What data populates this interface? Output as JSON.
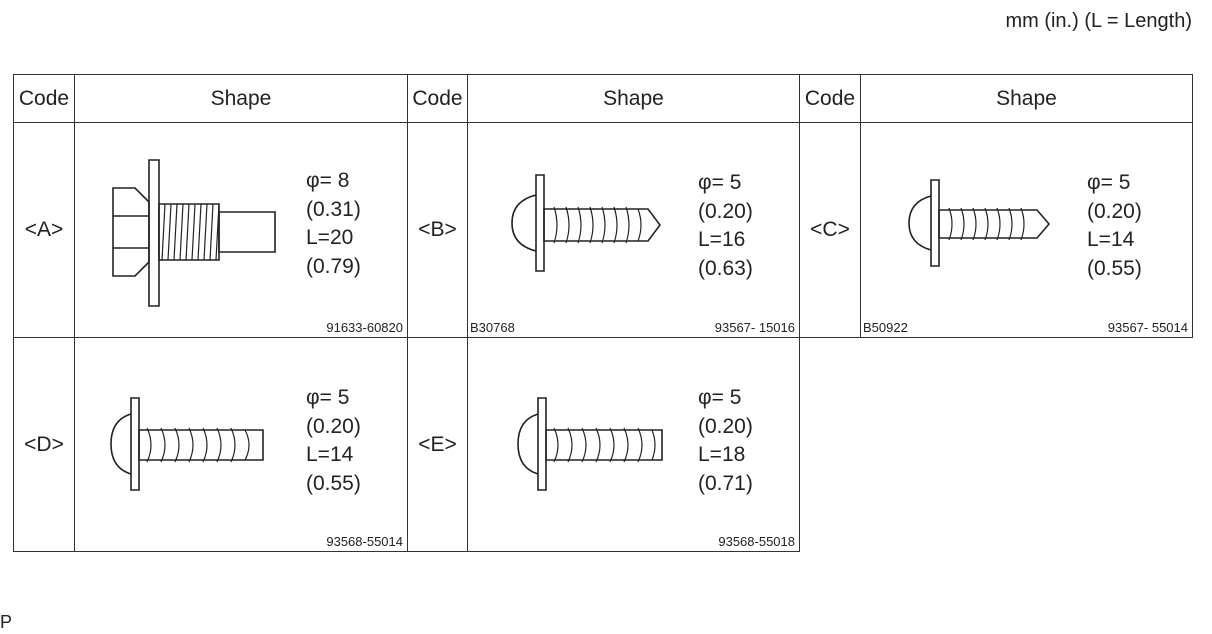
{
  "units_note": "mm (in.) (L = Length)",
  "header_code": "Code",
  "header_shape": "Shape",
  "bolts": [
    {
      "code": "<A>",
      "phi": "φ= 8",
      "phi_in": "(0.31)",
      "length": "L=20",
      "length_in": "(0.79)",
      "part_no": "91633-60820",
      "ref": "",
      "shape_icon": "hex-flange-bolt-icon"
    },
    {
      "code": "<B>",
      "phi": "φ= 5",
      "phi_in": "(0.20)",
      "length": "L=16",
      "length_in": "(0.63)",
      "part_no": "93567- 15016",
      "ref": "B30768",
      "shape_icon": "tapping-screw-icon"
    },
    {
      "code": "<C>",
      "phi": "φ= 5",
      "phi_in": "(0.20)",
      "length": "L=14",
      "length_in": "(0.55)",
      "part_no": "93567- 55014",
      "ref": "B50922",
      "shape_icon": "tapping-screw-icon"
    },
    {
      "code": "<D>",
      "phi": "φ= 5",
      "phi_in": "(0.20)",
      "length": "L=14",
      "length_in": "(0.55)",
      "part_no": "93568-55014",
      "ref": "",
      "shape_icon": "pan-head-screw-icon"
    },
    {
      "code": "<E>",
      "phi": "φ= 5",
      "phi_in": "(0.20)",
      "length": "L=18",
      "length_in": "(0.71)",
      "part_no": "93568-55018",
      "ref": "",
      "shape_icon": "pan-head-screw-icon"
    }
  ],
  "page_marker": "P"
}
